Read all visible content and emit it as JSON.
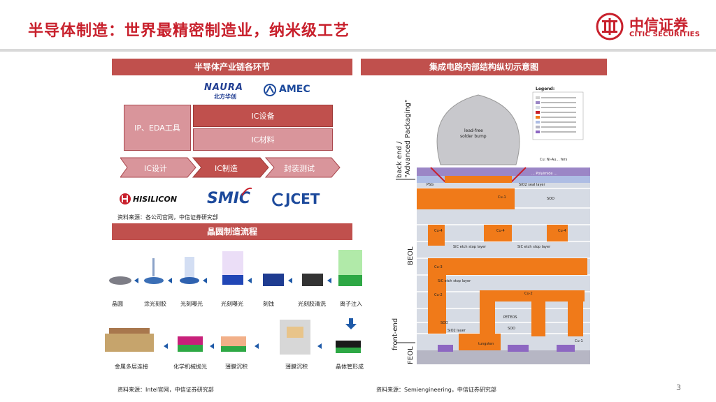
{
  "header": {
    "title": "半导体制造：世界最精密制造业，纳米级工艺",
    "logo_zh": "中信证券",
    "logo_en": "CITIC SECURITIES"
  },
  "left_panel": {
    "section1_title": "半导体产业链各环节",
    "brands_top": [
      "NAURA",
      "北方华创",
      "AMEC"
    ],
    "chain_boxes": {
      "ip_eda": "IP、EDA工具",
      "equipment": "IC设备",
      "materials": "IC材料"
    },
    "chain_arrows": [
      "IC设计",
      "IC制造",
      "封装测试"
    ],
    "brands_bottom": [
      "HISILICON",
      "SMIC",
      "JCET"
    ],
    "source1": "资料来源：各公司官网，中信证券研究部",
    "section2_title": "晶圆制造流程",
    "process_row1": [
      "晶圆",
      "涂光刻胶",
      "光刻曝光",
      "光刻曝光",
      "刻蚀",
      "光刻胶清洗",
      "离子注入"
    ],
    "process_row2": [
      "金属多层连接",
      "化学机械抛光",
      "薄膜沉积",
      "薄膜沉积",
      "晶体管形成"
    ],
    "source2": "资料来源：Intel官网，中信证券研究部"
  },
  "right_panel": {
    "section_title": "集成电路内部结构纵切示意图",
    "side_labels": {
      "back_end": "back end /",
      "advanced_packaging": "\"Advanced Packaging\"",
      "beol": "BEOL",
      "front_end": "front-end",
      "feol": "FEOL"
    },
    "legend_title": "Legend:",
    "diagram_labels": {
      "solder": "lead-free",
      "solder2": "solder bump",
      "cu_under": "Cu: Ni-Au... fers",
      "psg": "PSG",
      "polyimide": "... Polyimide ...",
      "sio2": "SiO2 seal layer",
      "cu_top": "Cu-1",
      "sod": "SOD",
      "cu_mid": "Cu-4",
      "cu_mid2": "Cu-4",
      "cu_mid3": "Cu-4",
      "sic_stop1": "SiC etch stop layer",
      "sic_stop2": "SiC etch stop layer",
      "sic_stop3": "SiC etch stop layer",
      "cu3": "Cu-3",
      "cu2": "Cu-2",
      "cu2b": "Cu-2",
      "teos": "PETEOS",
      "sod2": "SOD",
      "sod3": "SOD",
      "sio2b": "SiO2 layer",
      "tungsten": "tungsten",
      "cu1": "Cu-1"
    },
    "source": "资料来源：Semiengineering，中信证券研究部"
  },
  "page_number": "3",
  "colors": {
    "accent_red": "#c8202c",
    "section_bar": "#c0504d",
    "pink_box": "#d9959b",
    "copper_orange": "#f07a19",
    "dielectric_grey": "#d6dbe4",
    "purple_layer": "#9b86c6"
  }
}
